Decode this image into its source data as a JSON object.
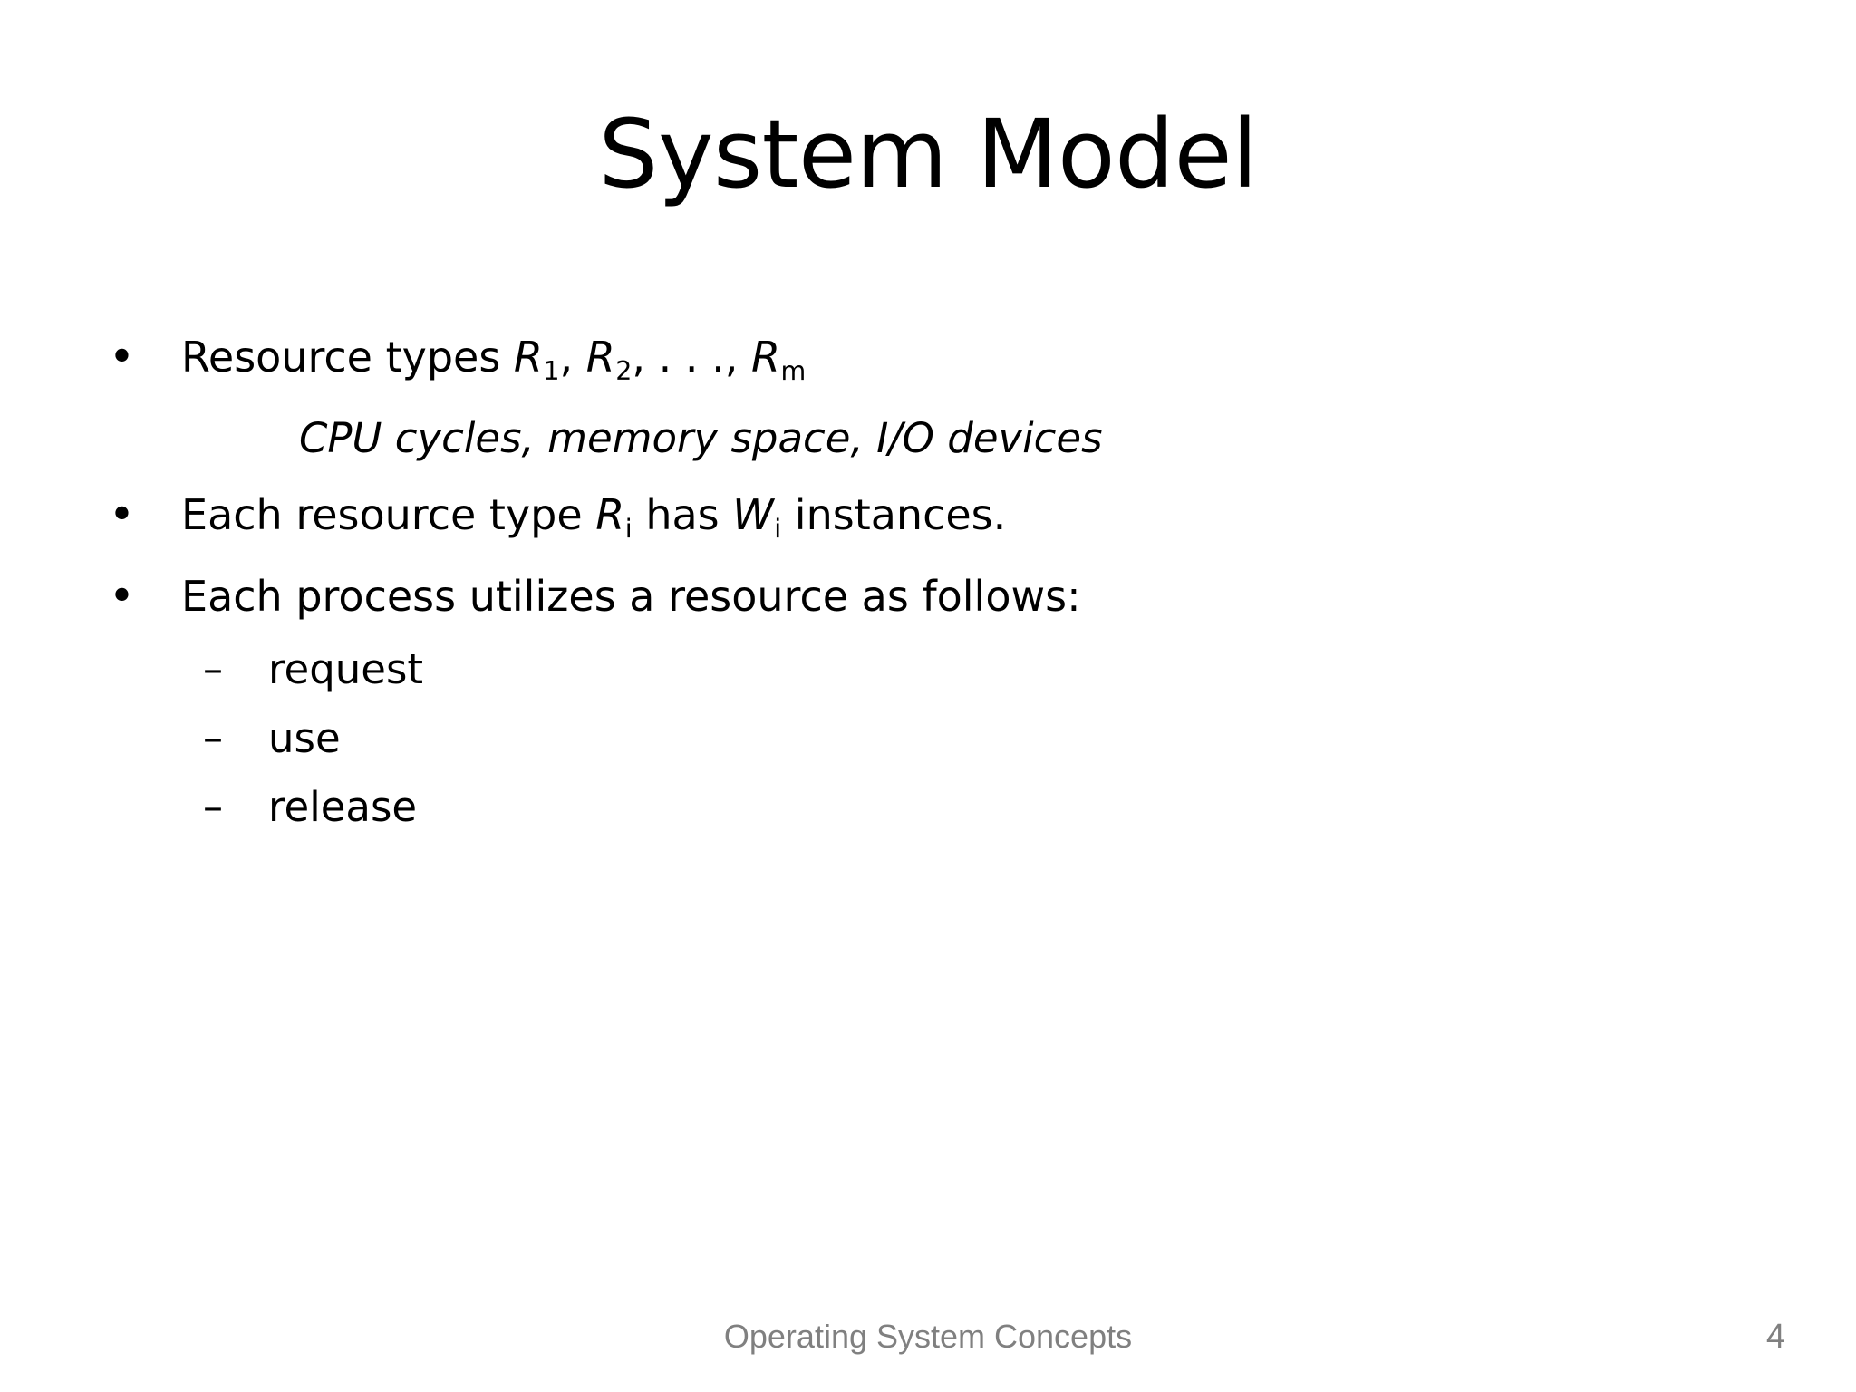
{
  "slide": {
    "title": "System Model",
    "background_color": "#ffffff",
    "text_color": "#000000"
  },
  "content": {
    "bullet_marker": "•",
    "dash_marker": "–",
    "items": [
      {
        "level": 1,
        "marker": "•",
        "prefix": "Resource types ",
        "vars": [
          {
            "name": "R",
            "sub": "1",
            "after": ", "
          },
          {
            "name": "R",
            "sub": "2",
            "after": ", . . ., "
          },
          {
            "name": "R",
            "sub": "m",
            "after": ""
          }
        ],
        "plain": "Resource types R1, R2, . . ., Rm"
      },
      {
        "level": 2,
        "style": "italic-subline",
        "text": "CPU cycles, memory space, I/O devices"
      },
      {
        "level": 1,
        "marker": "•",
        "prefix": "Each resource type ",
        "mid": " has ",
        "suffix": " instances.",
        "var1": {
          "name": "R",
          "sub": "i"
        },
        "var2": {
          "name": "W",
          "sub": "i"
        },
        "plain": "Each resource type Ri has Wi instances."
      },
      {
        "level": 1,
        "marker": "•",
        "text": "Each process utilizes a resource as follows:"
      },
      {
        "level": 2,
        "marker": "–",
        "text": "request"
      },
      {
        "level": 2,
        "marker": "–",
        "text": "use"
      },
      {
        "level": 2,
        "marker": "–",
        "text": "release"
      }
    ]
  },
  "text": {
    "bullet1_prefix": "Resource types ",
    "bullet1_R": "R",
    "bullet1_sub1": "1",
    "bullet1_sep1": ", ",
    "bullet1_R2": "R",
    "bullet1_sub2": "2",
    "bullet1_sep2": ", . . ., ",
    "bullet1_R3": "R",
    "bullet1_sub3": "m",
    "subline1": "CPU cycles, memory space, I/O devices",
    "bullet2_prefix": "Each resource type ",
    "bullet2_R": "R",
    "bullet2_Rsub": "i",
    "bullet2_mid": " has ",
    "bullet2_W": "W",
    "bullet2_Wsub": "i",
    "bullet2_suffix": " instances.",
    "bullet3": "Each process utilizes a resource as follows:",
    "dash1": "request",
    "dash2": "use",
    "dash3": "release"
  },
  "markers": {
    "bullet": "•",
    "dash": "–"
  },
  "footer": {
    "title": "Operating System Concepts",
    "page_number": "4",
    "color": "#808080"
  }
}
